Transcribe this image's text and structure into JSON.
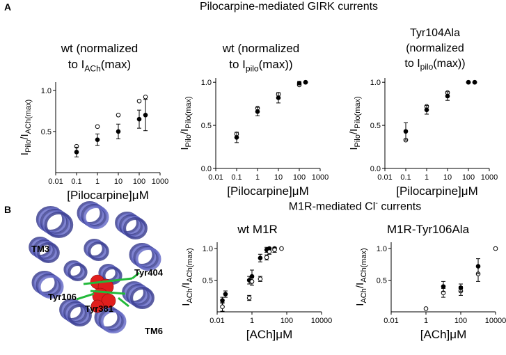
{
  "panel_a": {
    "letter": "A",
    "title": "Pilocarpine-mediated GIRK currents",
    "charts": [
      {
        "title_lines": [
          [
            "wt (normalized",
            "",
            ""
          ],
          [
            "to I",
            "ACh",
            "(max)"
          ]
        ]
      },
      {
        "title_lines": [
          [
            "wt (normalized",
            "",
            ""
          ],
          [
            "to I",
            "pilo",
            "(max))"
          ]
        ]
      },
      {
        "title_lines": [
          [
            "Tyr104Ala",
            "",
            ""
          ],
          [
            "(normalized",
            "",
            ""
          ],
          [
            "to I",
            "pilo",
            "(max))"
          ]
        ]
      }
    ]
  },
  "panel_b": {
    "letter": "B",
    "title": "M1R-mediated Cl",
    "title_sup": "-",
    "title_tail": " currents",
    "structure": {
      "labels": {
        "tm3": "TM3",
        "tm6": "TM6",
        "tyr404": "Tyr404",
        "tyr106": "Tyr106",
        "tyr381": "Tyr381"
      },
      "colors": {
        "helix": "#6a6fc8",
        "helix_dark": "#3e4292",
        "ligand": "#e01e1e",
        "sidechain": "#22b93a"
      }
    },
    "charts": [
      {
        "title_lines": [
          [
            "wt M1R",
            "",
            ""
          ]
        ]
      },
      {
        "title_lines": [
          [
            "M1R-Tyr106Ala",
            "",
            ""
          ]
        ]
      }
    ]
  },
  "chart_data": [
    {
      "type": "scatter",
      "title": "wt (normalized to IACh(max)",
      "xlabel": "[Pilocarpine]μM",
      "ylabel": "IPilo/IACh(max)",
      "xscale": "log",
      "xlim": [
        0.01,
        1000
      ],
      "ylim": [
        0,
        1.1
      ],
      "xticks": [
        "0.01",
        "0.1",
        "1",
        "10",
        "100",
        "1000"
      ],
      "yticks": [
        "0.5",
        "1.0"
      ],
      "series": [
        {
          "marker": "open",
          "points": [
            [
              0.1,
              0.32
            ],
            [
              1,
              0.56
            ],
            [
              10,
              0.7
            ],
            [
              100,
              0.87
            ],
            [
              200,
              0.92
            ]
          ]
        },
        {
          "marker": "filled",
          "points": [
            [
              0.1,
              0.25,
              0.06
            ],
            [
              1,
              0.4,
              0.07
            ],
            [
              10,
              0.5,
              0.09
            ],
            [
              100,
              0.65,
              0.11
            ],
            [
              200,
              0.7,
              0.19
            ]
          ]
        }
      ]
    },
    {
      "type": "scatter",
      "title": "wt (normalized to Ipilo(max))",
      "xlabel": "[Pilocarpine]μM",
      "ylabel": "IPilo/IPilo(max)",
      "xscale": "log",
      "xlim": [
        0.01,
        1000
      ],
      "ylim": [
        0,
        1.05
      ],
      "xticks": [
        "0.01",
        "0.1",
        "1",
        "10",
        "100",
        "1000"
      ],
      "yticks": [
        "0.0",
        "0.5",
        "1.0"
      ],
      "series": [
        {
          "marker": "open",
          "points": [
            [
              0.1,
              0.4
            ],
            [
              1,
              0.7
            ],
            [
              10,
              0.86
            ],
            [
              100,
              0.97
            ],
            [
              200,
              1.0
            ]
          ]
        },
        {
          "marker": "filled",
          "points": [
            [
              0.1,
              0.36,
              0.06
            ],
            [
              1,
              0.66,
              0.05
            ],
            [
              10,
              0.82,
              0.06
            ],
            [
              100,
              0.99,
              0.02
            ],
            [
              200,
              1.0,
              0
            ]
          ]
        }
      ]
    },
    {
      "type": "scatter",
      "title": "Tyr104Ala (normalized to Ipilo(max))",
      "xlabel": "[Pilocarpine]μM",
      "ylabel": "IPilo/IPilo(max)",
      "xscale": "log",
      "xlim": [
        0.01,
        1000
      ],
      "ylim": [
        0,
        1.05
      ],
      "xticks": [
        "0.01",
        "0.1",
        "1",
        "10",
        "100",
        "1000"
      ],
      "yticks": [
        "0.0",
        "0.5",
        "1.0"
      ],
      "series": [
        {
          "marker": "open",
          "points": [
            [
              0.1,
              0.33
            ],
            [
              1,
              0.72
            ],
            [
              10,
              0.88
            ],
            [
              100,
              1.0
            ],
            [
              200,
              1.0
            ]
          ]
        },
        {
          "marker": "filled",
          "points": [
            [
              0.1,
              0.43,
              0.1
            ],
            [
              1,
              0.68,
              0.05
            ],
            [
              10,
              0.84,
              0.05
            ],
            [
              100,
              1.0,
              0
            ],
            [
              200,
              1.0,
              0
            ]
          ]
        }
      ]
    },
    {
      "type": "scatter",
      "title": "wt M1R",
      "xlabel": "[ACh]μM",
      "ylabel": "IACh/IACh(max)",
      "xscale": "log",
      "xlim": [
        0.01,
        10000
      ],
      "ylim": [
        0,
        1.1
      ],
      "xticks": [
        "0.01",
        "1",
        "100",
        "10000"
      ],
      "yticks": [
        "0.5",
        "1.0"
      ],
      "series": [
        {
          "marker": "filled",
          "points": [
            [
              0.02,
              0.18,
              0.05
            ],
            [
              0.03,
              0.28,
              0.05
            ],
            [
              0.7,
              0.5,
              0.06
            ],
            [
              1,
              0.56,
              0.1
            ],
            [
              3,
              0.85,
              0.06
            ],
            [
              7,
              0.98,
              0.04
            ],
            [
              10,
              1.0,
              0
            ],
            [
              20,
              1.0,
              0
            ]
          ]
        },
        {
          "marker": "open",
          "points": [
            [
              0.02,
              0.08,
              0.07
            ],
            [
              0.7,
              0.22,
              0.04
            ],
            [
              1,
              0.48,
              0.06
            ],
            [
              3,
              0.52,
              0.04
            ],
            [
              7,
              0.86,
              0.04
            ],
            [
              10,
              0.95,
              0.04
            ],
            [
              20,
              0.98,
              0.04
            ],
            [
              50,
              1.0,
              0
            ]
          ]
        }
      ]
    },
    {
      "type": "scatter",
      "title": "M1R-Tyr106Ala",
      "xlabel": "[ACh]μM",
      "ylabel": "IACh/IACh(max)",
      "xscale": "log",
      "xlim": [
        0.01,
        10000
      ],
      "ylim": [
        0,
        1.1
      ],
      "xticks": [
        "0.01",
        "1",
        "100",
        "10000"
      ],
      "yticks": [
        "0.5",
        "1.0"
      ],
      "series": [
        {
          "marker": "open",
          "points": [
            [
              1,
              0.05
            ],
            [
              10,
              0.3,
              0.07
            ],
            [
              100,
              0.33,
              0.07
            ],
            [
              1000,
              0.6,
              0.12
            ],
            [
              10000,
              1.0
            ]
          ]
        },
        {
          "marker": "filled",
          "points": [
            [
              10,
              0.4,
              0.08
            ],
            [
              100,
              0.38,
              0.06
            ],
            [
              1000,
              0.72,
              0.12
            ]
          ]
        }
      ]
    }
  ]
}
